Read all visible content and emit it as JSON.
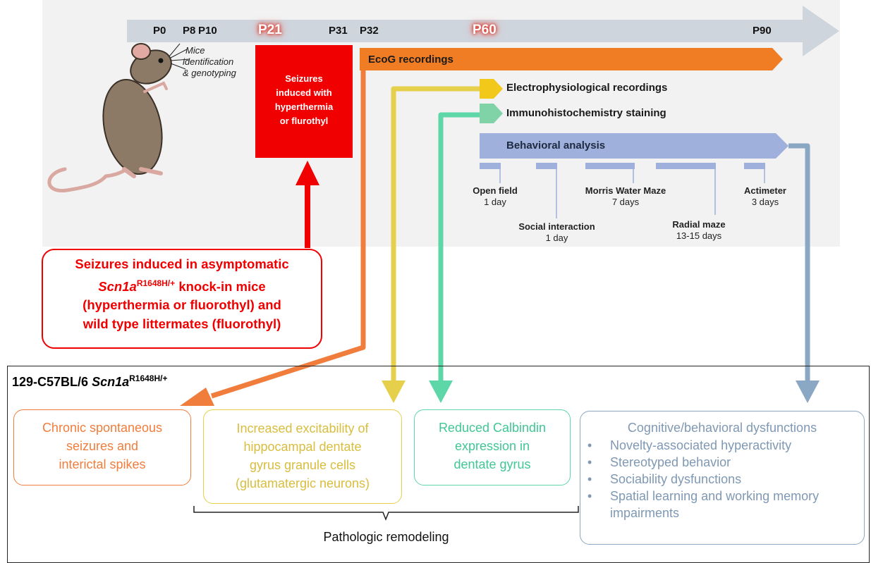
{
  "timeline": {
    "ticks": [
      "P0",
      "P8",
      "P10",
      "P21",
      "P31",
      "P32",
      "P60",
      "P90"
    ],
    "mice_note": [
      "Mice",
      "identification",
      "& genotyping"
    ],
    "seizure_box": [
      "Seizures",
      "induced with",
      "hyperthermia",
      "or flurothyl"
    ],
    "bars": {
      "ecog": "EcoG recordings",
      "electro": "Electrophysiological recordings",
      "immuno": "Immunohistochemistry staining",
      "behavior": "Behavioral analysis"
    },
    "tests": [
      {
        "name": "Open field",
        "duration": "1 day"
      },
      {
        "name": "Social interaction",
        "duration": "1 day"
      },
      {
        "name": "Morris Water Maze",
        "duration": "7 days"
      },
      {
        "name": "Radial maze",
        "duration": "13-15 days"
      },
      {
        "name": "Actimeter",
        "duration": "3 days"
      }
    ]
  },
  "induction": {
    "line1": "Seizures induced in asymptomatic",
    "line2_gene": "Scn1a",
    "line2_sup": "R1648H/+",
    "line2_rest": " knock-in mice",
    "line3": "(hyperthermia or fluorothyl) and",
    "line4": "wild type littermates  (fluorothyl)"
  },
  "model": {
    "strain": "129-C57BL/6 ",
    "gene": "Scn1a",
    "sup": "R1648H/+"
  },
  "outcomes": {
    "chronic": [
      "Chronic spontaneous",
      "seizures and",
      "interictal spikes"
    ],
    "excitability": [
      "Increased excitability of",
      "hippocampal dentate",
      "gyrus granule cells",
      "(glutamatergic neurons)"
    ],
    "calbindin": [
      "Reduced Calbindin",
      "expression in",
      "dentate gyrus"
    ],
    "cognitive": {
      "title": "Cognitive/behavioral dysfunctions",
      "items": [
        "Novelty-associated hyperactivity",
        "Stereotyped behavior",
        "Sociability dysfunctions",
        "Spatial learning and working memory impairments"
      ]
    },
    "remodeling": "Pathologic remodeling"
  },
  "colors": {
    "red": "#f00000",
    "orange": "#f07d3c",
    "yellow": "#e6cf4a",
    "green": "#5dd6a8",
    "blue": "#8aa7c4",
    "timeline_bg": "#f2f2f2",
    "axis_arrow": "#cfd5dd",
    "ecog_bar": "#f07c23",
    "behavior_bar": "#9fb0dc"
  }
}
